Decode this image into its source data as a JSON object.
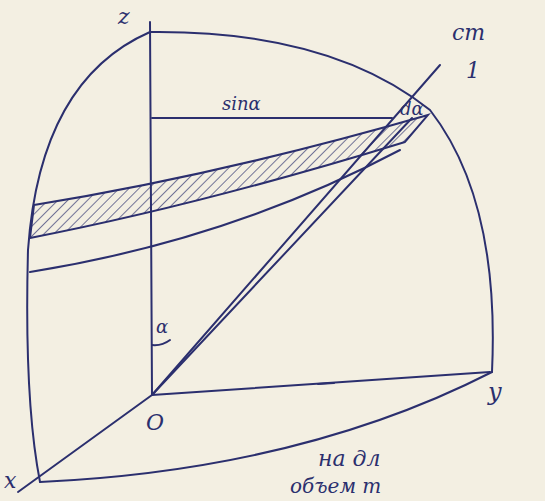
{
  "diagram": {
    "labels": [
      "z",
      "y",
      "x",
      "O",
      "sinα",
      "dα",
      "1",
      "α",
      "ст",
      "на дл",
      "объем т"
    ]
  }
}
